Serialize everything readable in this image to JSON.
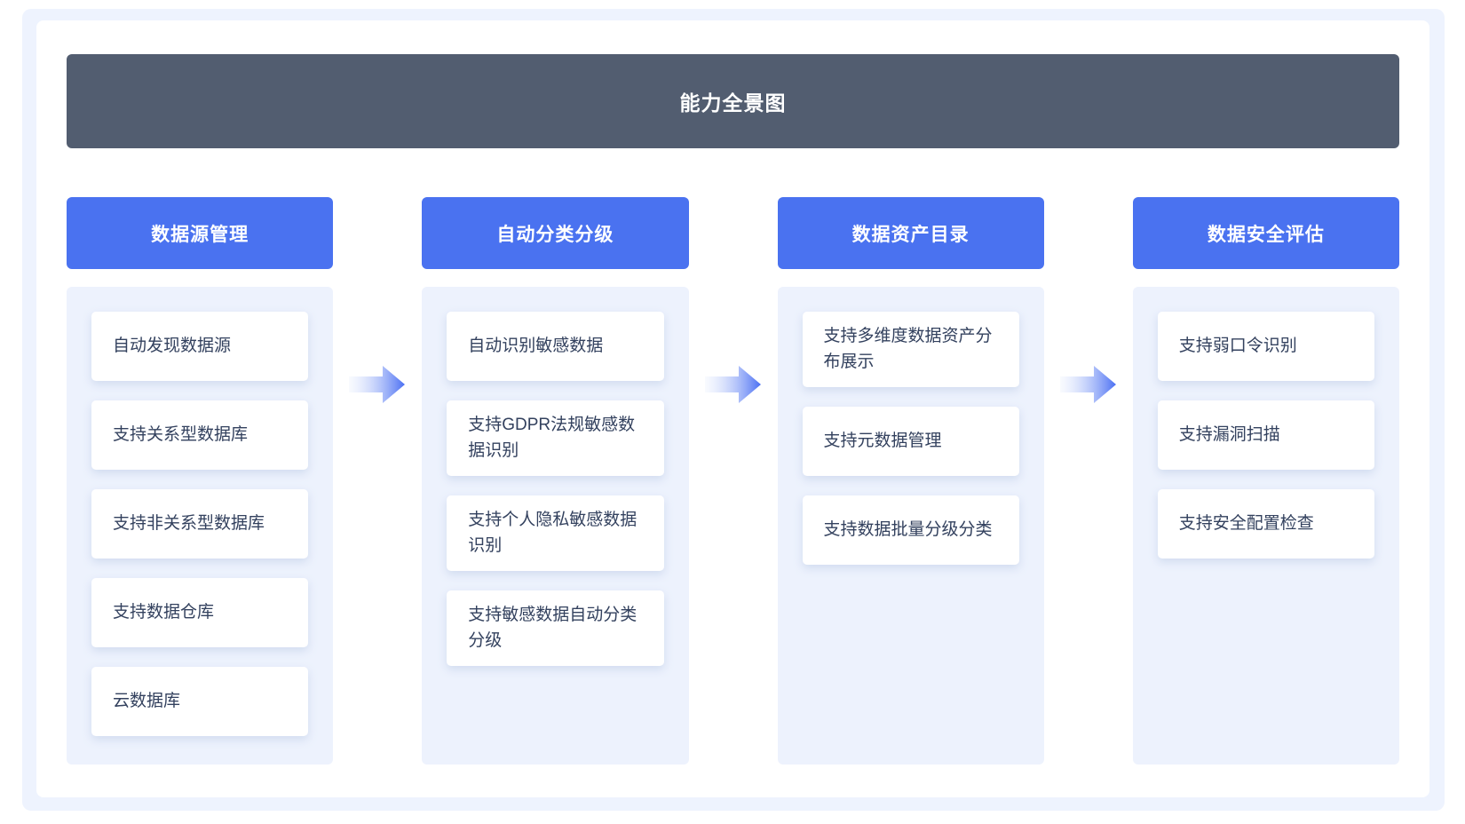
{
  "banner": {
    "title": "能力全景图"
  },
  "colors": {
    "banner_bg": "#525d70",
    "header_bg": "#4a72f0",
    "panel_bg": "#edf2fd",
    "page_band_bg": "#eef3fe",
    "card_text": "#33415e",
    "arrow_color": "#4a6ff3"
  },
  "columns": [
    {
      "header": "数据源管理",
      "items": [
        "自动发现数据源",
        "支持关系型数据库",
        "支持非关系型数据库",
        "支持数据仓库",
        "云数据库"
      ]
    },
    {
      "header": "自动分类分级",
      "items": [
        "自动识别敏感数据",
        "支持GDPR法规敏感数据识别",
        "支持个人隐私敏感数据识别",
        "支持敏感数据自动分类分级"
      ]
    },
    {
      "header": "数据资产目录",
      "items": [
        "支持多维度数据资产分布展示",
        "支持元数据管理",
        "支持数据批量分级分类"
      ]
    },
    {
      "header": "数据安全评估",
      "items": [
        "支持弱口令识别",
        "支持漏洞扫描",
        "支持安全配置检查"
      ]
    }
  ],
  "arrow_icon": "right-arrow"
}
